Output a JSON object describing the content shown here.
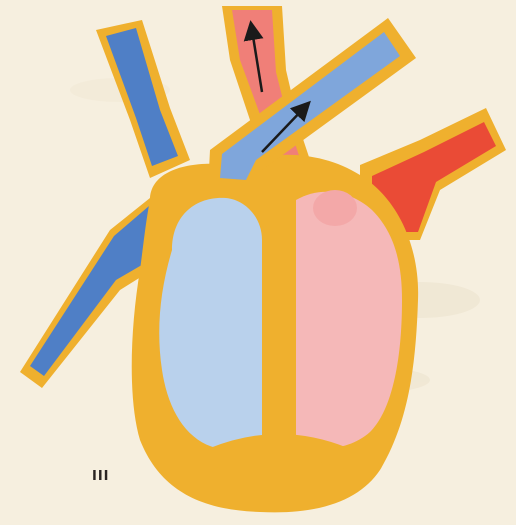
{
  "figure": {
    "panel_label": "III",
    "colors": {
      "paper": "#f6efdf",
      "heart_wall": "#efb02e",
      "deoxygenated_blood": "#4f7fc6",
      "deoxygenated_light": "#b9d1ec",
      "oxygenated_blood": "#ea4b36",
      "oxygenated_light": "#f5b8b8",
      "arrow": "#1a1a1a"
    },
    "structures": [
      "superior-vena-cava",
      "inferior-vena-cava",
      "right-atrium",
      "right-ventricle",
      "pulmonary-artery",
      "aorta",
      "pulmonary-vein",
      "left-atrium",
      "left-ventricle",
      "interventricular-septum"
    ],
    "flow_arrows": [
      {
        "vessel": "aorta",
        "direction": "up"
      },
      {
        "vessel": "pulmonary-artery",
        "direction": "up-right"
      }
    ]
  }
}
